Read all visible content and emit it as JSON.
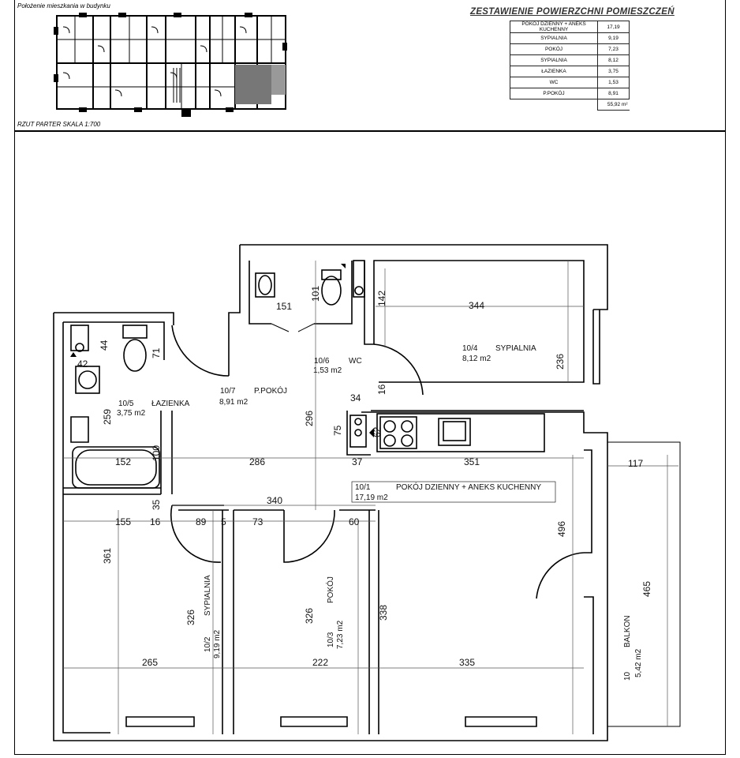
{
  "location": {
    "caption": "Położenie mieszkania w budynku",
    "scale_caption": "RZUT PARTER SKALA 1:700"
  },
  "summary": {
    "title": "ZESTAWIENIE POWIERZCHNI POMIESZCZEŃ",
    "rows": [
      {
        "name": "POKÓJ DZIENNY + ANEKS KUCHENNY",
        "area": "17,19"
      },
      {
        "name": "SYPIALNIA",
        "area": "9,19"
      },
      {
        "name": "POKÓJ",
        "area": "7,23"
      },
      {
        "name": "SYPIALNIA",
        "area": "8,12"
      },
      {
        "name": "ŁAZIENKA",
        "area": "3,75"
      },
      {
        "name": "WC",
        "area": "1,53"
      },
      {
        "name": "P.POKÓJ",
        "area": "8,91"
      }
    ],
    "total": "55,92 m²"
  },
  "rooms": {
    "r1": {
      "num": "10/1",
      "name": "POKÓJ DZIENNY + ANEKS KUCHENNY",
      "area": "17,19 m2"
    },
    "r2": {
      "num": "10/2",
      "name": "SYPIALNIA",
      "area": "9,19 m2"
    },
    "r3": {
      "num": "10/3",
      "name": "POKÓJ",
      "area": "7,23 m2"
    },
    "r4": {
      "num": "10/4",
      "name": "SYPIALNIA",
      "area": "8,12 m2"
    },
    "r5": {
      "num": "10/5",
      "name": "ŁAZIENKA",
      "area": "3,75 m2"
    },
    "r6": {
      "num": "10/6",
      "name": "WC",
      "area": "1,53 m2"
    },
    "r7": {
      "num": "10/7",
      "name": "P.POKÓJ",
      "area": "8,91 m2"
    },
    "balkon": {
      "num": "10",
      "name": "BALKON",
      "area": "5,42 m2"
    }
  },
  "dimensions": {
    "d151": "151",
    "d101": "101",
    "d142": "142",
    "d344": "344",
    "d236": "236",
    "d44": "44",
    "d71": "71",
    "d42": "42",
    "d259": "259",
    "d296": "296",
    "d34": "34",
    "d16a": "16",
    "d75": "75",
    "d62": "62",
    "d37": "37",
    "d152": "152",
    "d100": "100",
    "d286": "286",
    "d351": "351",
    "d117": "117",
    "d35": "35",
    "d340": "340",
    "d155": "155",
    "d16b": "16",
    "d89": "89",
    "d5": "5",
    "d73": "73",
    "d60": "60",
    "d496": "496",
    "d465": "465",
    "d361": "361",
    "d326a": "326",
    "d326b": "326",
    "d338": "338",
    "d265": "265",
    "d222": "222",
    "d335": "335"
  }
}
